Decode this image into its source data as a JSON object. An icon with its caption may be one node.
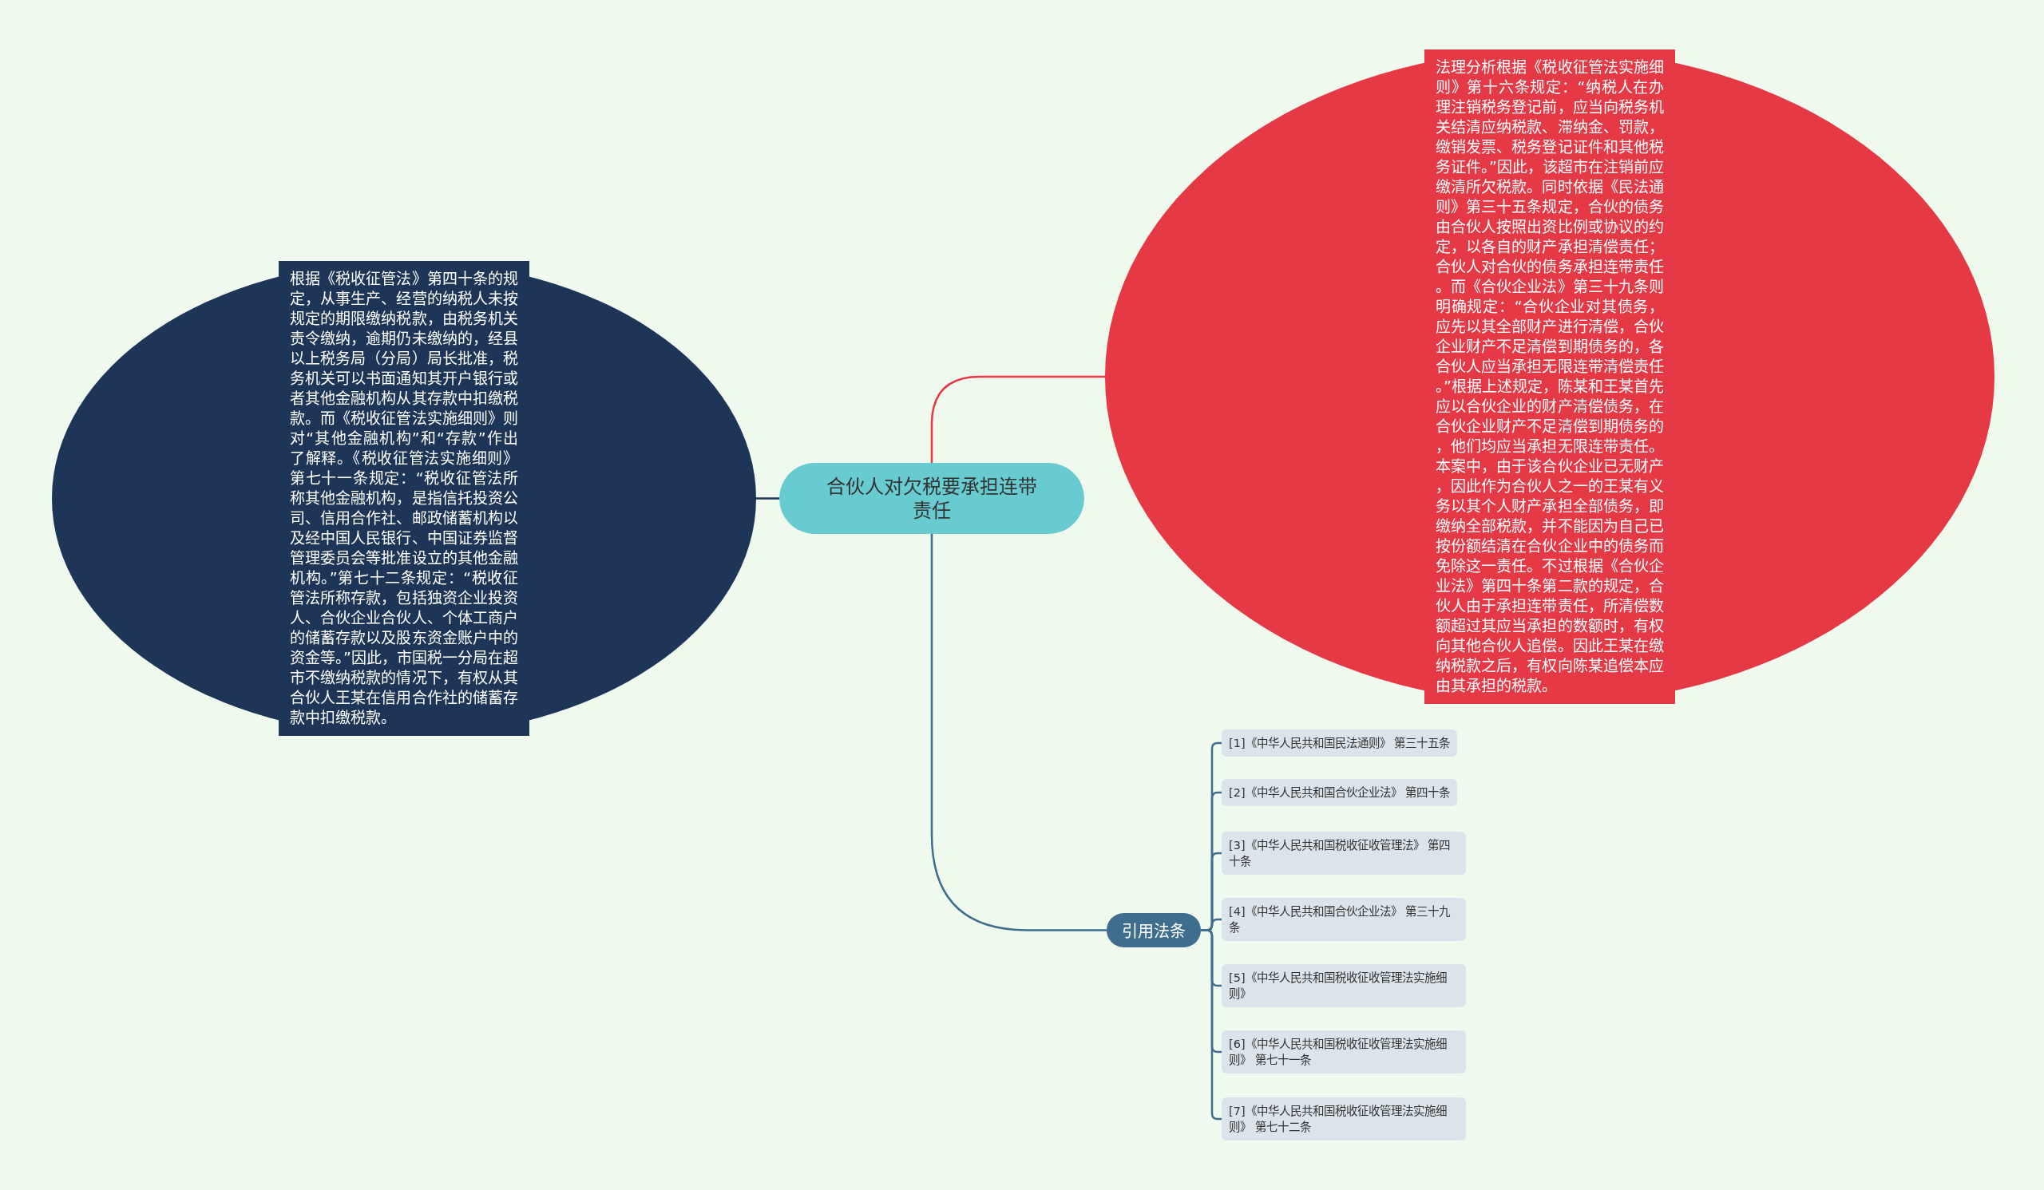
{
  "diagram": {
    "nodes": [
      {
        "text": [
          "合伙人对欠税要承担连带责任"
        ]
      },
      {
        "text": [
          "根据《税收征管法》第四十条的规定，从事生产、经营的纳税人未按规定的期限缴纳税款，由税务机关责令缴纳，逾期仍未缴纳的，经县以上税务局（分局）局长批准，税务机关可以书面通知其开户银行或者其他金融机构从其存款中扣缴税款。而《税收征管法实施细则》则对“其他金融机构”和“存款”作出了解释。《税收征管法实施细则》第七十一条规定：“税收征管法所称其他金融机构，是指信托投资公司、信用合作社、邮政储蓄机构以及经中国人民银行、中国证券监督管理委员会等批准设立的其他金融机构。”第七十二条规定：“税收征管法所称存款，包括独资企业投资人、合伙企业合伙人、个体工商户的储蓄存款以及股东资金账户中的资金等。”因此，市国税一分局在超市不缴纳税款的情况下，有权从其合伙人王某在信用合作社的储蓄存款中扣缴税款。"
        ]
      },
      {
        "text": [
          "法理分析根据《税收征管法实施细则》第十六条规定：“纳税人在办理注销税务登记前，应当向税务机关结清应纳税款、滞纳金、罚款，缴销发票、税务登记证件和其他税务证件。”因此，该超市在注销前应缴清所欠税款。同时依据《民法通则》第三十五条规定，合伙的债务由合伙人按照出资比例或协议的约定，以各自的财产承担清偿责任；合伙人对合伙的债务承担连带责任。而《合伙企业法》第三十九条则明确规定：“合伙企业对其债务，应先以其全部财产进行清偿，合伙企业财产不足清偿到期债务的，各合伙人应当承担无限连带清偿责任。”根据上述规定，陈某和王某首先应以合伙企业的财产清偿债务，在合伙企业财产不足清偿到期债务的，他们均应当承担无限连带责任。本案中，由于该合伙企业已无财产，因此作为合伙人之一的王某有义务以其个人财产承担全部债务，即缴纳全部税款，并不能因为自己已按份额结清在合伙企业中的债务而免除这一责任。不过根据《合伙企业法》第四十条第二款的规定，合伙人由于承担连带责任，所清偿数额超过其应当承担的数额时，有权向其他合伙人追偿。因此王某在缴纳税款之后，有权向陈某追偿本应由其承担的税款。"
        ]
      },
      {
        "text": [
          "引用法条"
        ]
      },
      {
        "text": [
          "[1]《中华人民共和国民法通则》 第三十五条"
        ]
      },
      {
        "text": [
          "[2]《中华人民共和国合伙企业法》 第四十条"
        ]
      },
      {
        "text": [
          "[3]《中华人民共和国税收征收管理法》 第四十条"
        ]
      },
      {
        "text": [
          "[4]《中华人民共和国合伙企业法》 第三十九条"
        ]
      },
      {
        "text": [
          "[5]《中华人民共和国税收征收管理法实施细则》"
        ]
      },
      {
        "text": [
          "[6]《中华人民共和国税收征收管理法实施细则》 第七十一条"
        ]
      },
      {
        "text": [
          "[7]《中华人民共和国税收征收管理法实施细则》 第七十二条"
        ]
      }
    ],
    "edges": [
      {
        "from": 0,
        "to": 1,
        "arrow": "none",
        "color": "#1d3557"
      },
      {
        "from": 0,
        "to": 2,
        "arrow": "none",
        "color": "#e63946"
      },
      {
        "from": 0,
        "to": 3,
        "arrow": "none"
      },
      {
        "from": 3,
        "to": 4,
        "arrow": "none"
      },
      {
        "from": 3,
        "to": 5,
        "arrow": "none"
      },
      {
        "from": 3,
        "to": 6,
        "arrow": "none"
      },
      {
        "from": 3,
        "to": 7,
        "arrow": "none"
      },
      {
        "from": 3,
        "to": 8,
        "arrow": "none"
      },
      {
        "from": 3,
        "to": 9,
        "arrow": "none"
      },
      {
        "from": 3,
        "to": 10,
        "arrow": "none"
      }
    ]
  }
}
